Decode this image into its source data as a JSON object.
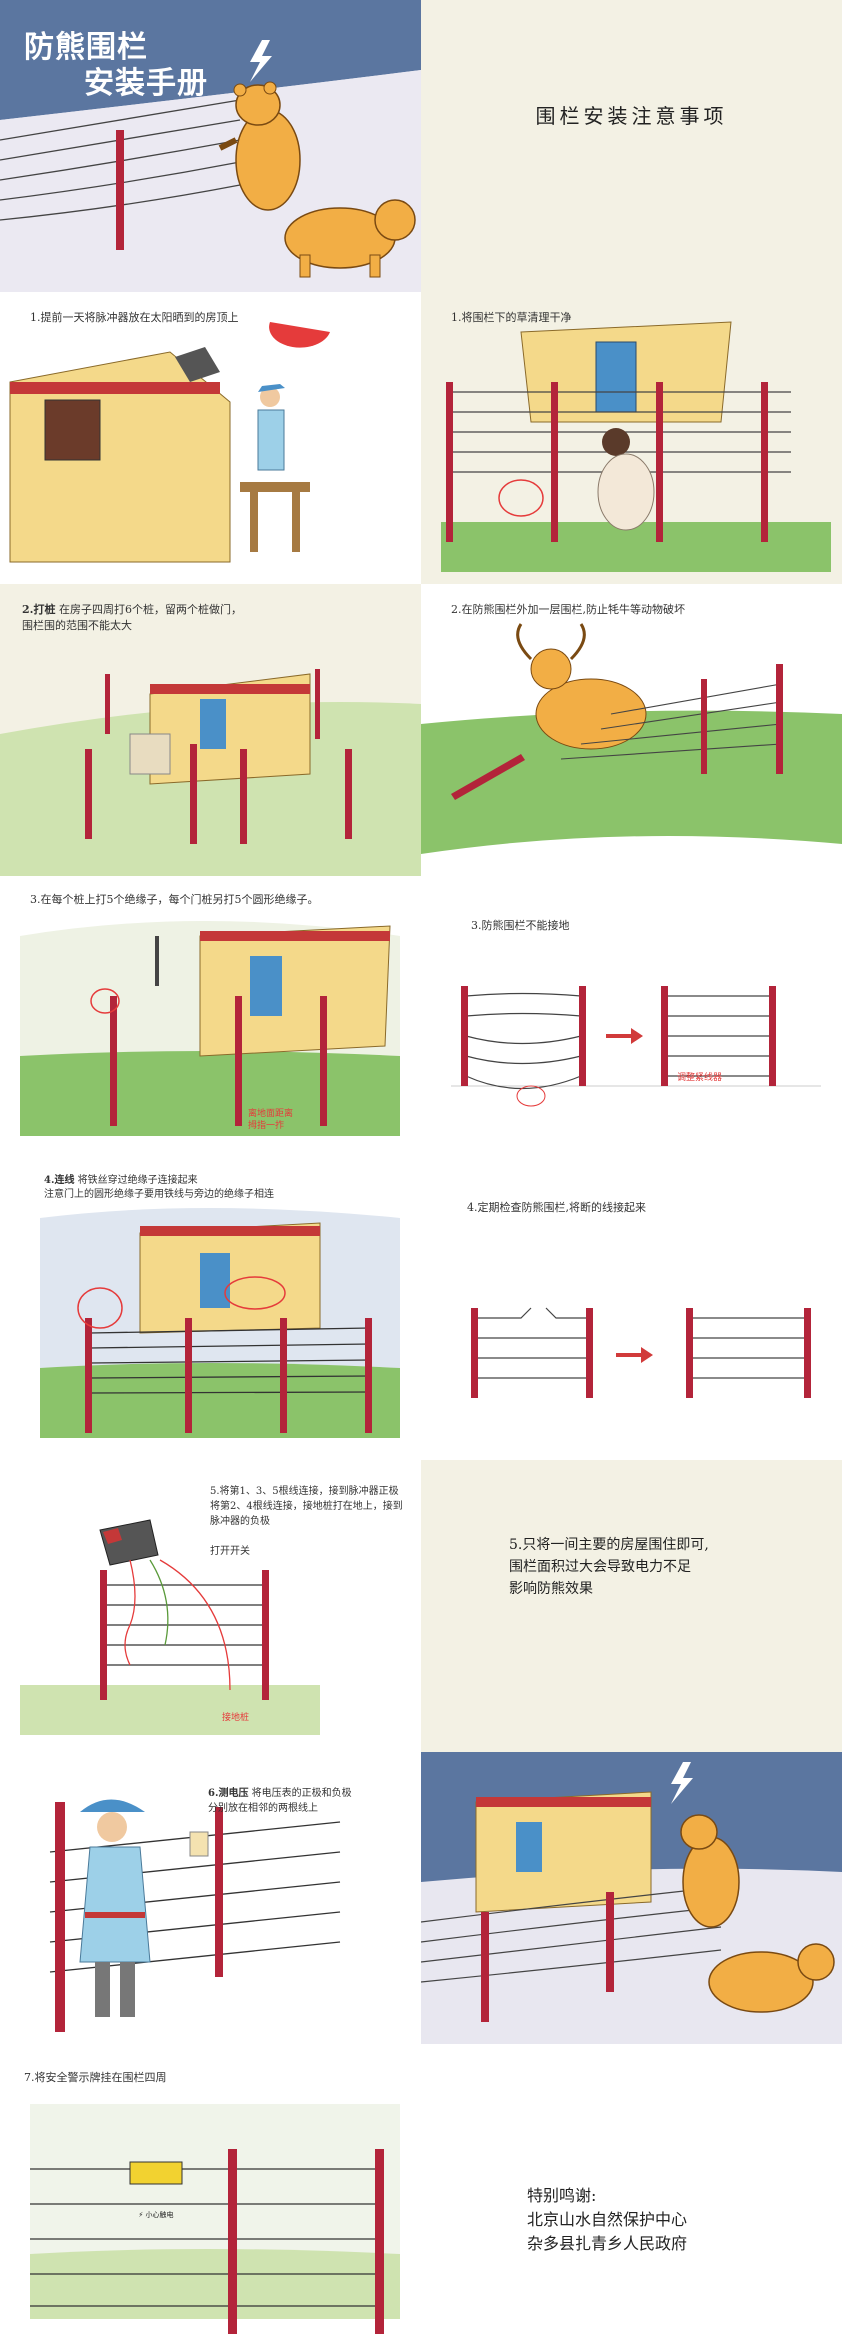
{
  "cover": {
    "title_line1": "防熊围栏",
    "title_line2": "安装手册",
    "notes_title": "围栏安装注意事项"
  },
  "steps": [
    {
      "id": "s1a",
      "text": "1.提前一天将脉冲器放在太阳晒到的房顶上"
    },
    {
      "id": "s1b",
      "text": "1.将围栏下的草清理干净"
    },
    {
      "id": "s2a_bold",
      "text": "2.打桩"
    },
    {
      "id": "s2a_text",
      "text": "在房子四周打6个桩，留两个桩做门，"
    },
    {
      "id": "s2a_text2",
      "text": "围栏围的范围不能太大"
    },
    {
      "id": "s2b",
      "text": "2.在防熊围栏外加一层围栏,防止牦牛等动物破坏"
    },
    {
      "id": "s3a",
      "text": "3.在每个桩上打5个绝缘子，每个门桩另打5个圆形绝缘子。"
    },
    {
      "id": "s3a_note",
      "text": "离地面距离"
    },
    {
      "id": "s3a_note2",
      "text": "拇指一拃"
    },
    {
      "id": "s3b",
      "text": "3.防熊围栏不能接地"
    },
    {
      "id": "s3b_note",
      "text": "调整紧线器"
    },
    {
      "id": "s4a_bold",
      "text": "4.连线"
    },
    {
      "id": "s4a_text",
      "text": "将铁丝穿过绝缘子连接起来"
    },
    {
      "id": "s4a_text2",
      "text": "注意门上的圆形绝缘子要用铁线与旁边的绝缘子相连"
    },
    {
      "id": "s4b",
      "text": "4.定期检查防熊围栏,将断的线接起来"
    },
    {
      "id": "s5a_1",
      "text": "5.将第1、3、5根线连接，接到脉冲器正极"
    },
    {
      "id": "s5a_2",
      "text": "将第2、4根线连接，接地桩打在地上，接到"
    },
    {
      "id": "s5a_3",
      "text": "脉冲器的负极"
    },
    {
      "id": "s5a_4",
      "text": "打开开关"
    },
    {
      "id": "s5a_ground",
      "text": "接地桩"
    },
    {
      "id": "s5b_1",
      "text": "5.只将一间主要的房屋围住即可,"
    },
    {
      "id": "s5b_2",
      "text": "围栏面积过大会导致电力不足"
    },
    {
      "id": "s5b_3",
      "text": "影响防熊效果"
    },
    {
      "id": "s6_bold",
      "text": "6.测电压"
    },
    {
      "id": "s6_text",
      "text": "将电压表的正极和负极"
    },
    {
      "id": "s6_text2",
      "text": "分别放在相邻的两根线上"
    },
    {
      "id": "s7",
      "text": "7.将安全警示牌挂在围栏四周"
    },
    {
      "id": "s7_sign",
      "text": "⚡ 小心触电"
    }
  ],
  "thanks": {
    "line1": "特别鸣谢:",
    "line2": "北京山水自然保护中心",
    "line3": "杂多县扎青乡人民政府"
  },
  "colors": {
    "sky_blue": "#5b76a0",
    "cream": "#f3f1e4",
    "bear": "#f2ae45",
    "post_red": "#b3243a",
    "grass": "#8bc36a",
    "house": "#f4d98a",
    "door": "#4a90c8"
  }
}
